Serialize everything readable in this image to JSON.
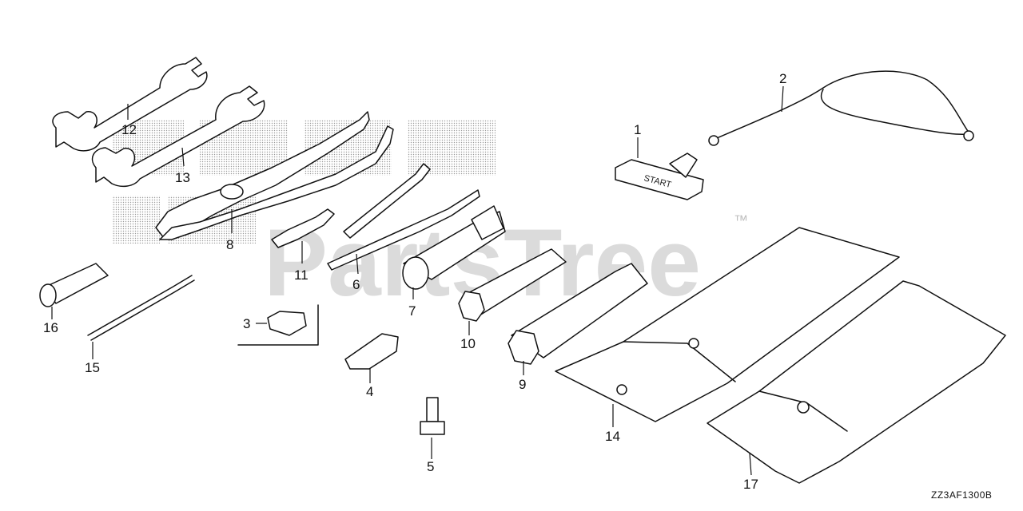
{
  "diagram": {
    "watermark": "PartsTree",
    "trademark": "™",
    "code": "ZZ3AF1300B",
    "handle_text": "START",
    "callouts": [
      "1",
      "2",
      "3",
      "4",
      "5",
      "6",
      "7",
      "8",
      "9",
      "10",
      "11",
      "12",
      "13",
      "14",
      "15",
      "16",
      "17"
    ]
  }
}
